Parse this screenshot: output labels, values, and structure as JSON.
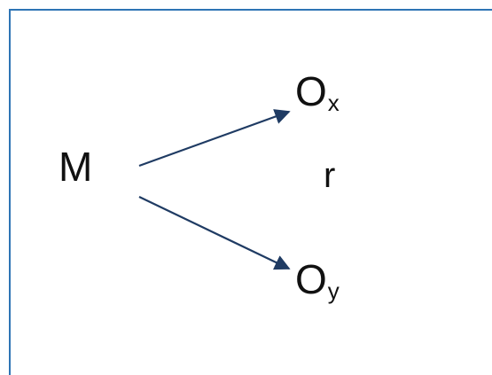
{
  "diagram": {
    "nodes": {
      "m": {
        "label": "M"
      },
      "ox": {
        "main": "O",
        "sub": "x"
      },
      "oy": {
        "main": "O",
        "sub": "y"
      },
      "r": {
        "label": "r"
      }
    },
    "edges": [
      {
        "from": "M",
        "to": "Ox"
      },
      {
        "from": "M",
        "to": "Oy"
      }
    ]
  },
  "colors": {
    "frame": "#2e74b5",
    "arrow": "#1f3b63",
    "text": "#111111"
  }
}
